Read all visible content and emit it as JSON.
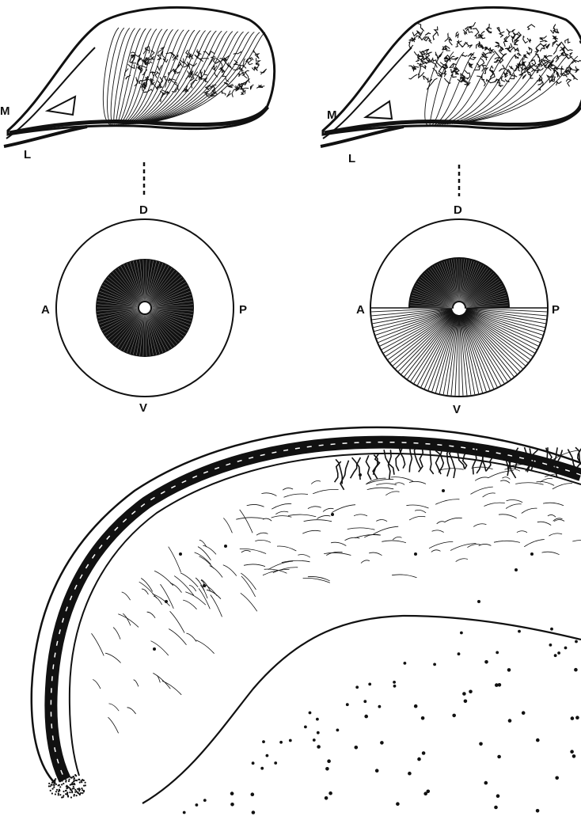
{
  "panel_top_left": {
    "label_m": "M",
    "label_l": "L"
  },
  "panel_top_right": {
    "label_m": "M",
    "label_l": "L"
  },
  "eye_left": {
    "label_dorsal": "D",
    "label_anterior": "A",
    "label_posterior": "P",
    "label_ventral": "V"
  },
  "eye_right": {
    "label_dorsal": "D",
    "label_anterior": "A",
    "label_posterior": "P",
    "label_ventral": "V"
  },
  "colors": {
    "ink": "#111111",
    "background": "#ffffff"
  }
}
